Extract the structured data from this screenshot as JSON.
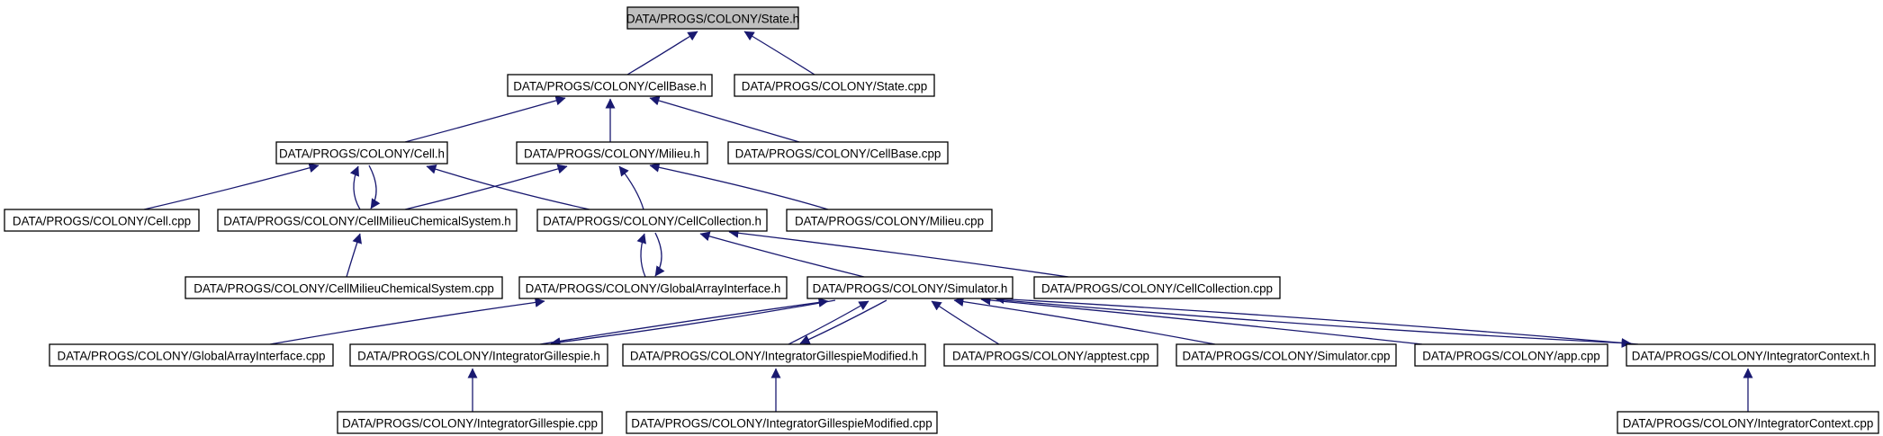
{
  "graph": {
    "edge_color": "#191970",
    "root_fill": "#bfbfbf",
    "nodes": [
      {
        "id": "state_h",
        "label": "DATA/PROGS/COLONY/State.h",
        "root": true
      },
      {
        "id": "cellbase_h",
        "label": "DATA/PROGS/COLONY/CellBase.h"
      },
      {
        "id": "state_cpp",
        "label": "DATA/PROGS/COLONY/State.cpp"
      },
      {
        "id": "cell_h",
        "label": "DATA/PROGS/COLONY/Cell.h"
      },
      {
        "id": "milieu_h",
        "label": "DATA/PROGS/COLONY/Milieu.h"
      },
      {
        "id": "cellbase_cpp",
        "label": "DATA/PROGS/COLONY/CellBase.cpp"
      },
      {
        "id": "cell_cpp",
        "label": "DATA/PROGS/COLONY/Cell.cpp"
      },
      {
        "id": "cmcs_h",
        "label": "DATA/PROGS/COLONY/CellMilieuChemicalSystem.h"
      },
      {
        "id": "cellcollection_h",
        "label": "DATA/PROGS/COLONY/CellCollection.h"
      },
      {
        "id": "milieu_cpp",
        "label": "DATA/PROGS/COLONY/Milieu.cpp"
      },
      {
        "id": "cmcs_cpp",
        "label": "DATA/PROGS/COLONY/CellMilieuChemicalSystem.cpp"
      },
      {
        "id": "gai_h",
        "label": "DATA/PROGS/COLONY/GlobalArrayInterface.h"
      },
      {
        "id": "simulator_h",
        "label": "DATA/PROGS/COLONY/Simulator.h"
      },
      {
        "id": "cellcollection_cpp",
        "label": "DATA/PROGS/COLONY/CellCollection.cpp"
      },
      {
        "id": "gai_cpp",
        "label": "DATA/PROGS/COLONY/GlobalArrayInterface.cpp"
      },
      {
        "id": "ig_h",
        "label": "DATA/PROGS/COLONY/IntegratorGillespie.h"
      },
      {
        "id": "igm_h",
        "label": "DATA/PROGS/COLONY/IntegratorGillespieModified.h"
      },
      {
        "id": "apptest_cpp",
        "label": "DATA/PROGS/COLONY/apptest.cpp"
      },
      {
        "id": "simulator_cpp",
        "label": "DATA/PROGS/COLONY/Simulator.cpp"
      },
      {
        "id": "app_cpp",
        "label": "DATA/PROGS/COLONY/app.cpp"
      },
      {
        "id": "ic_h",
        "label": "DATA/PROGS/COLONY/IntegratorContext.h"
      },
      {
        "id": "ig_cpp",
        "label": "DATA/PROGS/COLONY/IntegratorGillespie.cpp"
      },
      {
        "id": "igm_cpp",
        "label": "DATA/PROGS/COLONY/IntegratorGillespieModified.cpp"
      },
      {
        "id": "ic_cpp",
        "label": "DATA/PROGS/COLONY/IntegratorContext.cpp"
      }
    ],
    "edges": [
      {
        "from": "cellbase_h",
        "to": "state_h"
      },
      {
        "from": "state_cpp",
        "to": "state_h"
      },
      {
        "from": "cell_h",
        "to": "cellbase_h"
      },
      {
        "from": "milieu_h",
        "to": "cellbase_h"
      },
      {
        "from": "cellbase_cpp",
        "to": "cellbase_h"
      },
      {
        "from": "cell_cpp",
        "to": "cell_h"
      },
      {
        "from": "cmcs_h",
        "to": "cell_h"
      },
      {
        "from": "cellcollection_h",
        "to": "cell_h"
      },
      {
        "from": "cell_h",
        "to": "cmcs_h"
      },
      {
        "from": "cmcs_h",
        "to": "milieu_h"
      },
      {
        "from": "cellcollection_h",
        "to": "milieu_h"
      },
      {
        "from": "milieu_cpp",
        "to": "milieu_h"
      },
      {
        "from": "cmcs_cpp",
        "to": "cmcs_h"
      },
      {
        "from": "gai_h",
        "to": "cellcollection_h"
      },
      {
        "from": "cellcollection_h",
        "to": "gai_h"
      },
      {
        "from": "simulator_h",
        "to": "cellcollection_h"
      },
      {
        "from": "cellcollection_cpp",
        "to": "cellcollection_h"
      },
      {
        "from": "gai_cpp",
        "to": "gai_h"
      },
      {
        "from": "ig_h",
        "to": "simulator_h"
      },
      {
        "from": "simulator_h",
        "to": "ig_h"
      },
      {
        "from": "igm_h",
        "to": "simulator_h"
      },
      {
        "from": "simulator_h",
        "to": "igm_h"
      },
      {
        "from": "apptest_cpp",
        "to": "simulator_h"
      },
      {
        "from": "simulator_cpp",
        "to": "simulator_h"
      },
      {
        "from": "app_cpp",
        "to": "simulator_h"
      },
      {
        "from": "ic_h",
        "to": "simulator_h"
      },
      {
        "from": "simulator_h",
        "to": "ic_h"
      },
      {
        "from": "ig_cpp",
        "to": "ig_h"
      },
      {
        "from": "igm_cpp",
        "to": "igm_h"
      },
      {
        "from": "ic_cpp",
        "to": "ic_h"
      }
    ]
  }
}
